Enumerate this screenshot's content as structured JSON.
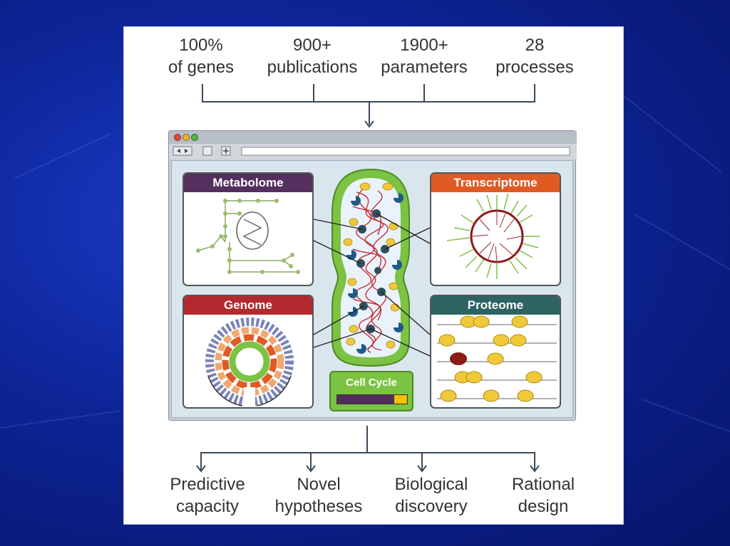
{
  "inputs": [
    {
      "line1": "100%",
      "line2": "of genes"
    },
    {
      "line1": "900+",
      "line2": "publications"
    },
    {
      "line1": "1900+",
      "line2": "parameters"
    },
    {
      "line1": "28",
      "line2": "processes"
    }
  ],
  "outputs": [
    {
      "line1": "Predictive",
      "line2": "capacity"
    },
    {
      "line1": "Novel",
      "line2": "hypotheses"
    },
    {
      "line1": "Biological",
      "line2": "discovery"
    },
    {
      "line1": "Rational",
      "line2": "design"
    }
  ],
  "panels": {
    "metabolome": {
      "title": "Metabolome",
      "color": "#54305f"
    },
    "transcriptome": {
      "title": "Transcriptome",
      "color": "#e05a24"
    },
    "genome": {
      "title": "Genome",
      "color": "#b22a2e"
    },
    "proteome": {
      "title": "Proteome",
      "color": "#2d6361"
    }
  },
  "cell_cycle": {
    "label": "Cell Cycle",
    "progress": 0.18,
    "bar_color": "#522c5c",
    "fill_color": "#f2c000"
  },
  "colors": {
    "background": "#0d2496",
    "cell_green": "#7cc243",
    "dna_red": "#c0202a",
    "protein_yellow": "#f0c93a"
  }
}
